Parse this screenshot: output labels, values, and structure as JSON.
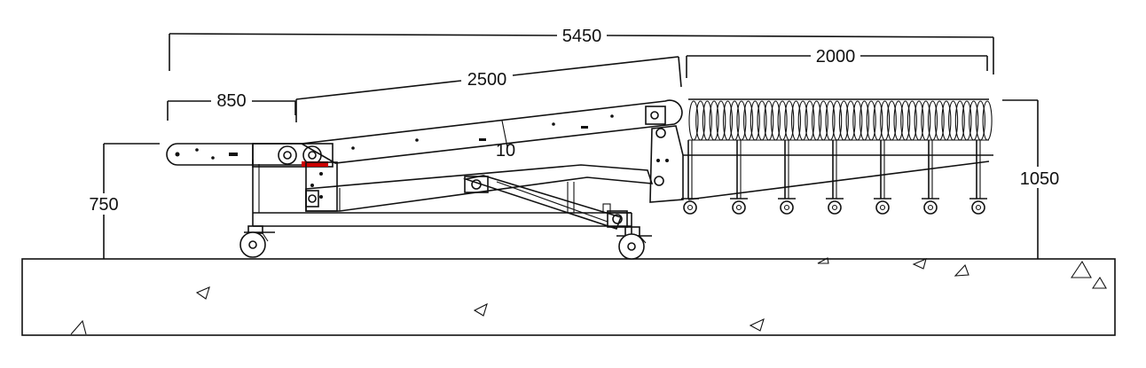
{
  "drawing": {
    "dimensions": {
      "overall_length": "5450",
      "roller_section_length": "2000",
      "incline_belt_length": "2500",
      "infeed_length": "850",
      "infeed_height": "750",
      "outfeed_height": "1050",
      "incline_angle": "10"
    }
  }
}
